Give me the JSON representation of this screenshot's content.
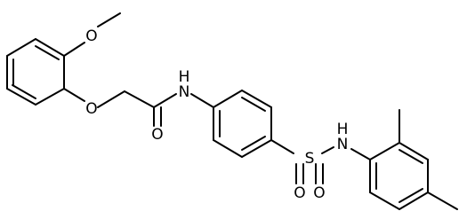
{
  "atoms": {
    "methoxy_o": "O",
    "ether_o": "O",
    "carbonyl_o": "O",
    "amide_n": "N",
    "amide_h": "H",
    "sulfur": "S",
    "sulfonyl_o_left": "O",
    "sulfonyl_o_right": "O",
    "sulfonamide_n": "N",
    "sulfonamide_h": "H"
  },
  "colors": {
    "bond": "#000000",
    "label": "#000000",
    "background": "#ffffff"
  }
}
